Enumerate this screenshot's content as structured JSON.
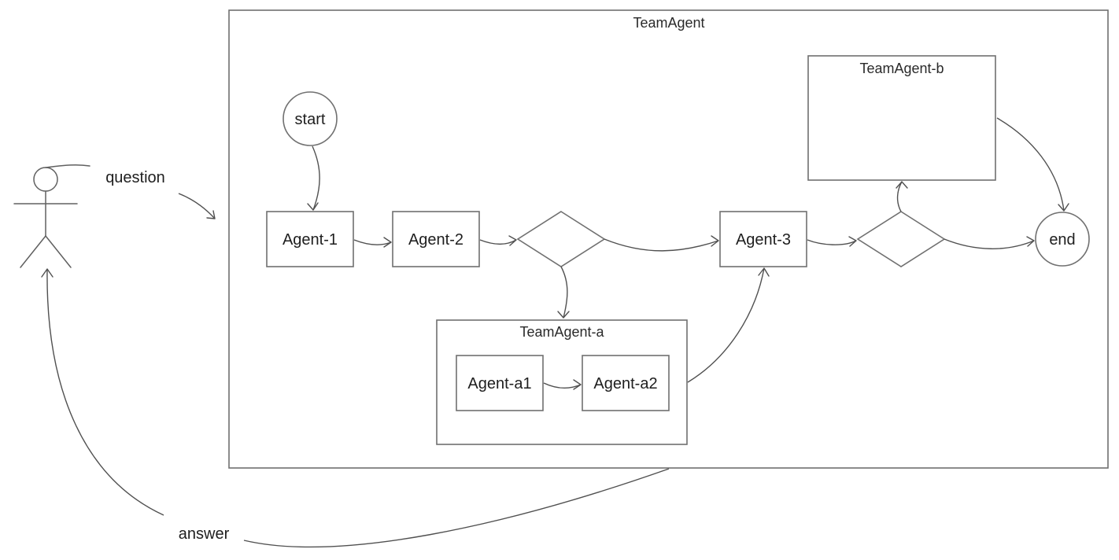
{
  "actor": {
    "question_label": "question",
    "answer_label": "answer"
  },
  "team": {
    "title": "TeamAgent",
    "start": "start",
    "end": "end",
    "agent1": "Agent-1",
    "agent2": "Agent-2",
    "agent3": "Agent-3",
    "sub_a": {
      "title": "TeamAgent-a",
      "agent_a1": "Agent-a1",
      "agent_a2": "Agent-a2"
    },
    "sub_b": {
      "title": "TeamAgent-b"
    }
  }
}
